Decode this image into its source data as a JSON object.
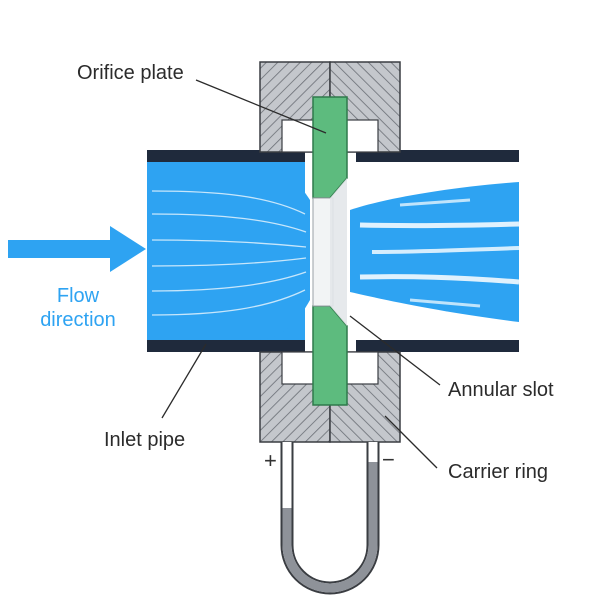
{
  "labels": {
    "orifice_plate": "Orifice plate",
    "flow_direction_line1": "Flow",
    "flow_direction_line2": "direction",
    "inlet_pipe": "Inlet pipe",
    "annular_slot": "Annular slot",
    "carrier_ring": "Carrier ring",
    "plus_sign": "+",
    "minus_sign": "−"
  },
  "colors": {
    "water": "#2ea3f2",
    "water_dark": "#1c8ee0",
    "pipe_wall": "#1f2a3c",
    "carrier_ring": "#b9bcc2",
    "hatch": "#5b5f66",
    "orifice_plate": "#5dbb7e",
    "text": "#2b2b2b",
    "manometer_fluid": "#8e9299"
  }
}
